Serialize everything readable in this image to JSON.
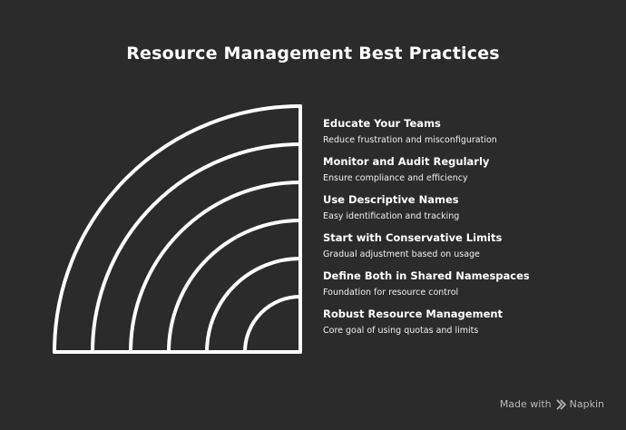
{
  "title": "Resource Management Best Practices",
  "items": [
    {
      "title": "Educate Your Teams",
      "description": "Reduce frustration and misconfiguration"
    },
    {
      "title": "Monitor and Audit Regularly",
      "description": "Ensure compliance and efficiency"
    },
    {
      "title": "Use Descriptive Names",
      "description": "Easy identification and tracking"
    },
    {
      "title": "Start with Conservative Limits",
      "description": "Gradual adjustment based on usage"
    },
    {
      "title": "Define Both in Shared Namespaces",
      "description": "Foundation for resource control"
    },
    {
      "title": "Robust Resource Management",
      "description": "Core goal of using quotas and limits"
    }
  ],
  "footer": {
    "made_with": "Made with",
    "brand": "Napkin",
    "brand_icon": "napkin-logo-icon"
  },
  "colors": {
    "background": "#2b2b2b",
    "stroke": "#ffffff",
    "footer_text": "#b8b8b8"
  }
}
